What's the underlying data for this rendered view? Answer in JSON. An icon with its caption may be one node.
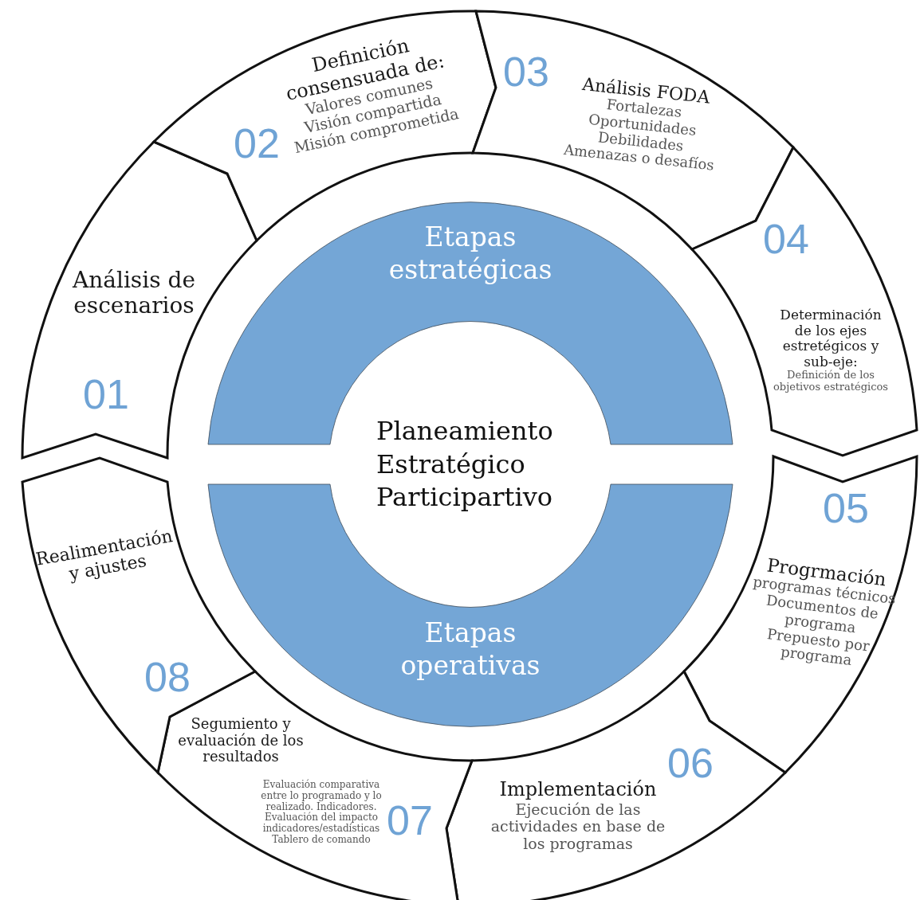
{
  "diagram": {
    "nodes": [
      {
        "text": [
          "Planeamiento Estratégico Participartivo"
        ]
      },
      {
        "text": [
          "Etapas estratégicas"
        ]
      },
      {
        "text": [
          "Etapas operativas"
        ]
      },
      {
        "text": [
          "Análisis de escenarios",
          "01"
        ]
      },
      {
        "text": [
          "Definición consensuada de:",
          "Valores comunes",
          "Visión compartida",
          "Misión comprometida",
          "02"
        ]
      },
      {
        "text": [
          "03",
          "Análisis FODA",
          "Fortalezas",
          "Oportunidades",
          "Debilidades",
          "Amenazas o desafíos"
        ]
      },
      {
        "text": [
          "04",
          "Determinación de los ejes estretégicos y sub-eje:",
          "Definición de los objetivos estratégicos"
        ]
      },
      {
        "text": [
          "05",
          "Progrmación",
          "programas técnicos",
          "Documentos de programa",
          "Prepuesto por programa"
        ]
      },
      {
        "text": [
          "06",
          "Implementación",
          "Ejecución de las actividades en base de los programas"
        ]
      },
      {
        "text": [
          "Segumiento y evaluación de los resultados",
          "Evaluación comparativa entre lo programado y lo realizado. Indicadores.",
          "Evaluación del impacto indicadores/estadísticas",
          "Tablero de comando",
          "07"
        ]
      },
      {
        "text": [
          "Realimentación y ajustes",
          "08"
        ]
      }
    ]
  }
}
